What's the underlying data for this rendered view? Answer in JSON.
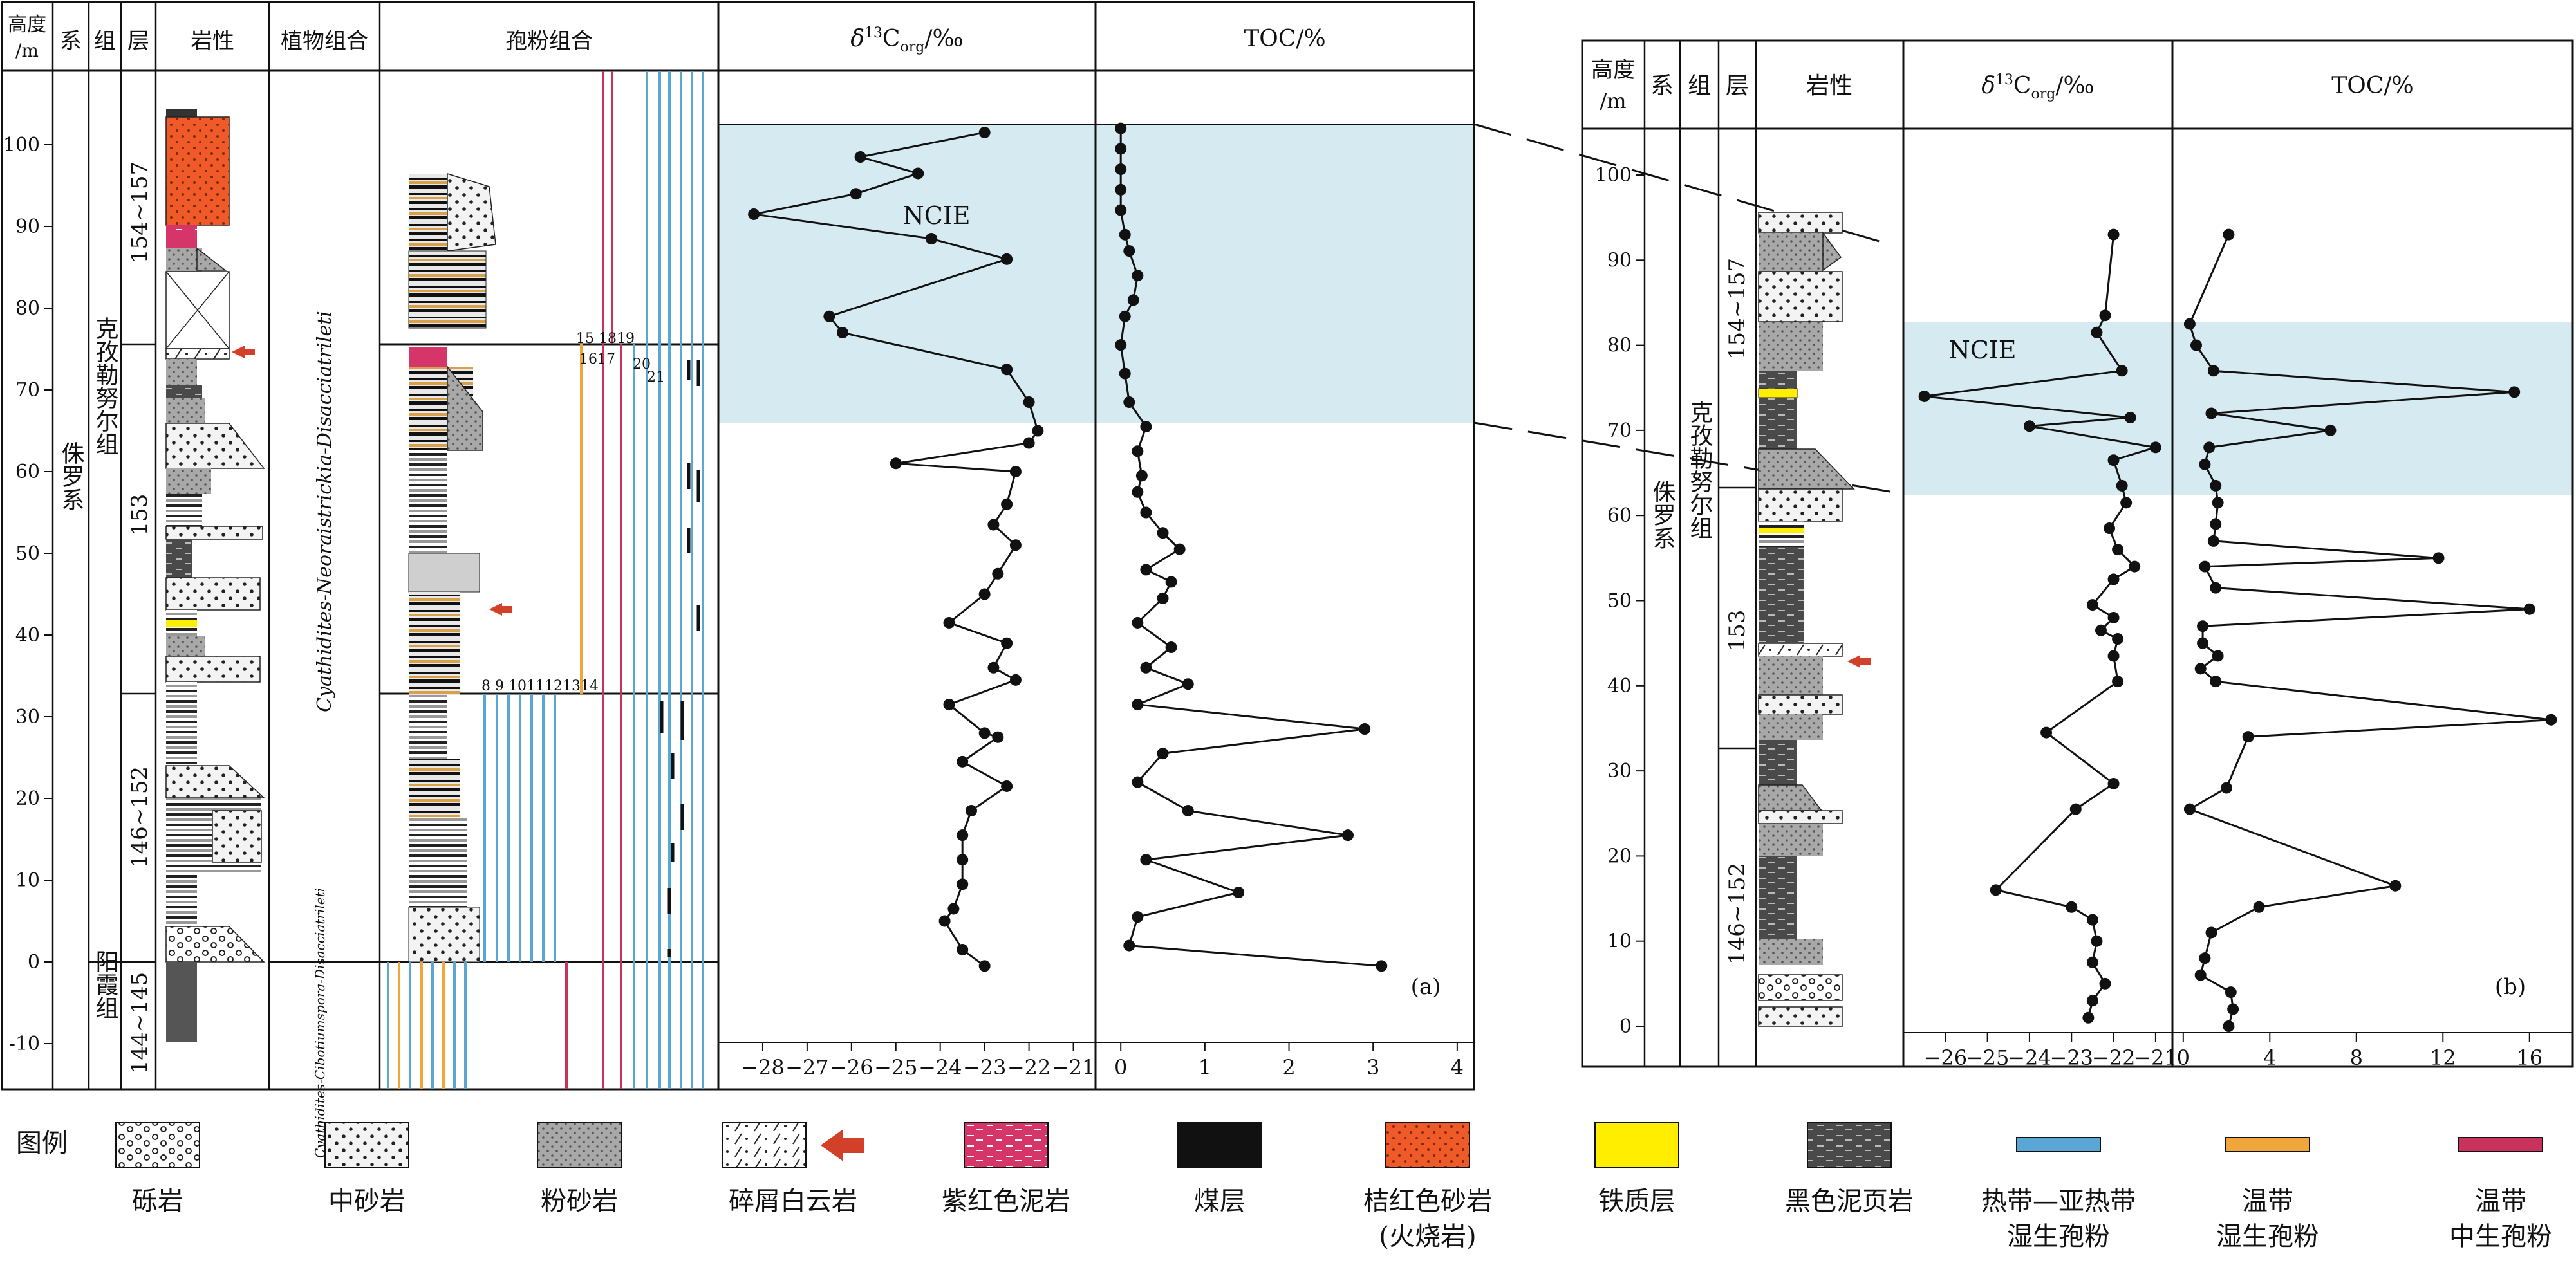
{
  "figure": {
    "panel_a": {
      "headers": {
        "height": "高度/m",
        "system": "系",
        "formation": "组",
        "layer": "层",
        "lithology": "岩性",
        "plant": "植物组合",
        "spore": "孢粉组合",
        "d13c": "δ13Corg/‰",
        "toc": "TOC/%"
      },
      "height_ticks": [
        "100",
        "90",
        "80",
        "70",
        "60",
        "50",
        "40",
        "30",
        "20",
        "10",
        "0",
        "-10"
      ],
      "system_label": "侏罗系",
      "formation_upper": "克孜勒努尔组",
      "formation_lower": "阳霞组",
      "layer_labels": [
        "154~157",
        "153",
        "146~152",
        "144~145"
      ],
      "plant_upper": "Cyathidites-Neoraistrickia-Disacciatrileti",
      "plant_lower": "Cyathidites-Cibotiumspora-Disacciatrileti",
      "spore_numbers_top": "15 18 19",
      "spore_numbers_top2": "16 17",
      "spore_numbers_20": "20",
      "spore_numbers_21": "21",
      "spore_numbers_bottom": "8 9 10 11 12 13 14",
      "ncie": "NCIE",
      "panel_letter": "(a)",
      "d13c_ticks": [
        "-28",
        "-27",
        "-26",
        "-25",
        "-24",
        "-23",
        "-22",
        "-21"
      ],
      "toc_ticks": [
        "0",
        "1",
        "2",
        "3",
        "4"
      ]
    },
    "panel_b": {
      "headers": {
        "height": "高度/m",
        "system": "系",
        "formation": "组",
        "layer": "层",
        "lithology": "岩性",
        "d13c": "δ13Corg/‰",
        "toc": "TOC/%"
      },
      "height_ticks": [
        "100",
        "90",
        "80",
        "70",
        "60",
        "50",
        "40",
        "30",
        "20",
        "10",
        "0"
      ],
      "system_label": "侏罗系",
      "formation_label": "克孜勒努尔组",
      "layer_labels": [
        "154~157",
        "153",
        "146~152"
      ],
      "ncie": "NCIE",
      "panel_letter": "(b)",
      "d13c_ticks": [
        "-26",
        "-25",
        "-24",
        "-23",
        "-22",
        "-21"
      ],
      "toc_ticks": [
        "0",
        "4",
        "8",
        "12",
        "16"
      ]
    },
    "legend": {
      "title": "图例",
      "items": [
        {
          "label": "砾岩",
          "line2": ""
        },
        {
          "label": "中砂岩",
          "line2": ""
        },
        {
          "label": "粉砂岩",
          "line2": ""
        },
        {
          "label": "碎屑白云岩",
          "line2": ""
        },
        {
          "label": "紫红色泥岩",
          "line2": ""
        },
        {
          "label": "煤层",
          "line2": ""
        },
        {
          "label": "桔红色砂岩",
          "line2": "(火烧岩)"
        },
        {
          "label": "铁质层",
          "line2": ""
        },
        {
          "label": "黑色泥页岩",
          "line2": ""
        },
        {
          "label": "热带—亚热带",
          "line2": "湿生孢粉"
        },
        {
          "label": "温带",
          "line2": "湿生孢粉"
        },
        {
          "label": "温带",
          "line2": "中生孢粉"
        }
      ]
    },
    "colors": {
      "ncie_band": "#d6eaf1",
      "tropical_spore": "#5aa7d6",
      "temperate_wet_spore": "#f0a63a",
      "temperate_meso_spore": "#c8325c",
      "orange_sandstone": "#f05a28",
      "iron_layer": "#ffee00",
      "siltstone": "#a9a9a9",
      "black_shale": "#555555"
    }
  },
  "chart_data": [
    {
      "type": "line",
      "series": [
        {
          "values": [
            [
              -23.0,
              101.5
            ],
            [
              -25.8,
              98.5
            ],
            [
              -24.5,
              96.5
            ],
            [
              -25.9,
              94.0
            ],
            [
              -28.2,
              91.5
            ],
            [
              -24.2,
              88.5
            ],
            [
              -22.5,
              86.0
            ],
            [
              -26.5,
              79.0
            ],
            [
              -26.2,
              77.0
            ],
            [
              -22.5,
              72.5
            ],
            [
              -22.0,
              68.5
            ],
            [
              -21.8,
              65.0
            ],
            [
              -22.0,
              63.5
            ],
            [
              -25.0,
              61.0
            ],
            [
              -22.3,
              60.0
            ],
            [
              -22.5,
              56.0
            ],
            [
              -22.8,
              53.5
            ],
            [
              -22.3,
              51.0
            ],
            [
              -22.7,
              47.5
            ],
            [
              -23.0,
              45.0
            ],
            [
              -23.8,
              41.5
            ],
            [
              -22.5,
              39.0
            ],
            [
              -22.8,
              36.0
            ],
            [
              -22.3,
              34.5
            ],
            [
              -23.8,
              31.5
            ],
            [
              -23.0,
              28.0
            ],
            [
              -22.7,
              27.5
            ],
            [
              -23.5,
              24.5
            ],
            [
              -22.5,
              21.5
            ],
            [
              -23.3,
              18.5
            ],
            [
              -23.5,
              15.5
            ],
            [
              -23.5,
              12.5
            ],
            [
              -23.5,
              9.5
            ],
            [
              -23.7,
              6.5
            ],
            [
              -23.9,
              5.0
            ],
            [
              -23.5,
              1.5
            ],
            [
              -23.0,
              -0.5
            ]
          ]
        }
      ],
      "xlabel": "δ13Corg/‰",
      "ylabel": "高度/m",
      "xlim": [
        -29,
        -20.5
      ],
      "ylim": [
        -13,
        102
      ]
    },
    {
      "type": "line",
      "series": [
        {
          "values": [
            [
              0.0,
              102.0
            ],
            [
              0.0,
              99.5
            ],
            [
              0.0,
              97.0
            ],
            [
              0.0,
              94.5
            ],
            [
              0.0,
              92.0
            ],
            [
              0.05,
              89.0
            ],
            [
              0.1,
              87.0
            ],
            [
              0.2,
              84.0
            ],
            [
              0.15,
              81.0
            ],
            [
              0.05,
              79.0
            ],
            [
              0.0,
              75.5
            ],
            [
              0.05,
              72.0
            ],
            [
              0.1,
              68.5
            ],
            [
              0.3,
              65.5
            ],
            [
              0.2,
              62.5
            ],
            [
              0.25,
              59.5
            ],
            [
              0.2,
              57.5
            ],
            [
              0.3,
              55.0
            ],
            [
              0.5,
              52.5
            ],
            [
              0.7,
              50.5
            ],
            [
              0.3,
              48.0
            ],
            [
              0.6,
              46.5
            ],
            [
              0.5,
              44.5
            ],
            [
              0.2,
              41.5
            ],
            [
              0.6,
              38.5
            ],
            [
              0.3,
              36.0
            ],
            [
              0.8,
              34.0
            ],
            [
              0.2,
              31.5
            ],
            [
              2.9,
              28.5
            ],
            [
              0.5,
              25.5
            ],
            [
              0.2,
              22.0
            ],
            [
              0.8,
              18.5
            ],
            [
              2.7,
              15.5
            ],
            [
              0.3,
              12.5
            ],
            [
              1.4,
              8.5
            ],
            [
              0.2,
              5.5
            ],
            [
              0.1,
              2.0
            ],
            [
              3.1,
              -0.5
            ]
          ]
        }
      ],
      "xlabel": "TOC/%",
      "ylabel": "高度/m",
      "xlim": [
        -0.3,
        4.2
      ],
      "ylim": [
        -13,
        102
      ]
    },
    {
      "type": "line",
      "series": [
        {
          "values": [
            [
              -22.0,
              93.0
            ],
            [
              -22.2,
              83.5
            ],
            [
              -22.4,
              81.5
            ],
            [
              -21.8,
              77.0
            ],
            [
              -26.5,
              74.0
            ],
            [
              -21.6,
              71.5
            ],
            [
              -24.0,
              70.5
            ],
            [
              -21.0,
              68.0
            ],
            [
              -22.0,
              66.5
            ],
            [
              -21.8,
              63.5
            ],
            [
              -21.7,
              61.5
            ],
            [
              -22.1,
              58.5
            ],
            [
              -21.9,
              56.0
            ],
            [
              -21.5,
              54.0
            ],
            [
              -22.0,
              52.5
            ],
            [
              -22.5,
              49.5
            ],
            [
              -22.0,
              48.0
            ],
            [
              -22.3,
              46.5
            ],
            [
              -21.9,
              45.5
            ],
            [
              -22.0,
              43.5
            ],
            [
              -21.9,
              40.5
            ],
            [
              -23.6,
              34.5
            ],
            [
              -22.0,
              28.5
            ],
            [
              -22.9,
              25.5
            ],
            [
              -24.8,
              16.0
            ],
            [
              -23.0,
              14.0
            ],
            [
              -22.5,
              12.5
            ],
            [
              -22.4,
              10.0
            ],
            [
              -22.5,
              7.5
            ],
            [
              -22.2,
              5.0
            ],
            [
              -22.5,
              3.0
            ],
            [
              -22.6,
              1.0
            ]
          ]
        }
      ],
      "xlabel": "δ13Corg/‰",
      "ylabel": "高度/m",
      "xlim": [
        -27,
        -20.6
      ],
      "ylim": [
        -1,
        105
      ]
    },
    {
      "type": "line",
      "series": [
        {
          "values": [
            [
              2.1,
              93.0
            ],
            [
              0.3,
              82.5
            ],
            [
              0.6,
              80.0
            ],
            [
              1.4,
              77.0
            ],
            [
              15.3,
              74.5
            ],
            [
              1.3,
              72.0
            ],
            [
              6.8,
              70.0
            ],
            [
              1.2,
              68.0
            ],
            [
              1.0,
              66.0
            ],
            [
              1.5,
              63.5
            ],
            [
              1.6,
              61.5
            ],
            [
              1.5,
              59.0
            ],
            [
              1.4,
              57.0
            ],
            [
              11.8,
              55.0
            ],
            [
              1.0,
              54.0
            ],
            [
              1.5,
              51.5
            ],
            [
              16.0,
              49.0
            ],
            [
              0.9,
              47.0
            ],
            [
              0.9,
              45.0
            ],
            [
              1.6,
              43.5
            ],
            [
              0.8,
              42.0
            ],
            [
              1.5,
              40.5
            ],
            [
              17.0,
              36.0
            ],
            [
              3.0,
              34.0
            ],
            [
              2.0,
              28.0
            ],
            [
              0.3,
              25.5
            ],
            [
              9.8,
              16.5
            ],
            [
              3.5,
              14.0
            ],
            [
              1.3,
              11.0
            ],
            [
              1.0,
              8.0
            ],
            [
              0.8,
              6.0
            ],
            [
              2.2,
              4.0
            ],
            [
              2.3,
              2.0
            ],
            [
              2.1,
              0.0
            ]
          ]
        }
      ],
      "xlabel": "TOC/%",
      "ylabel": "高度/m",
      "xlim": [
        -0.5,
        18
      ],
      "ylim": [
        -1,
        105
      ]
    }
  ]
}
